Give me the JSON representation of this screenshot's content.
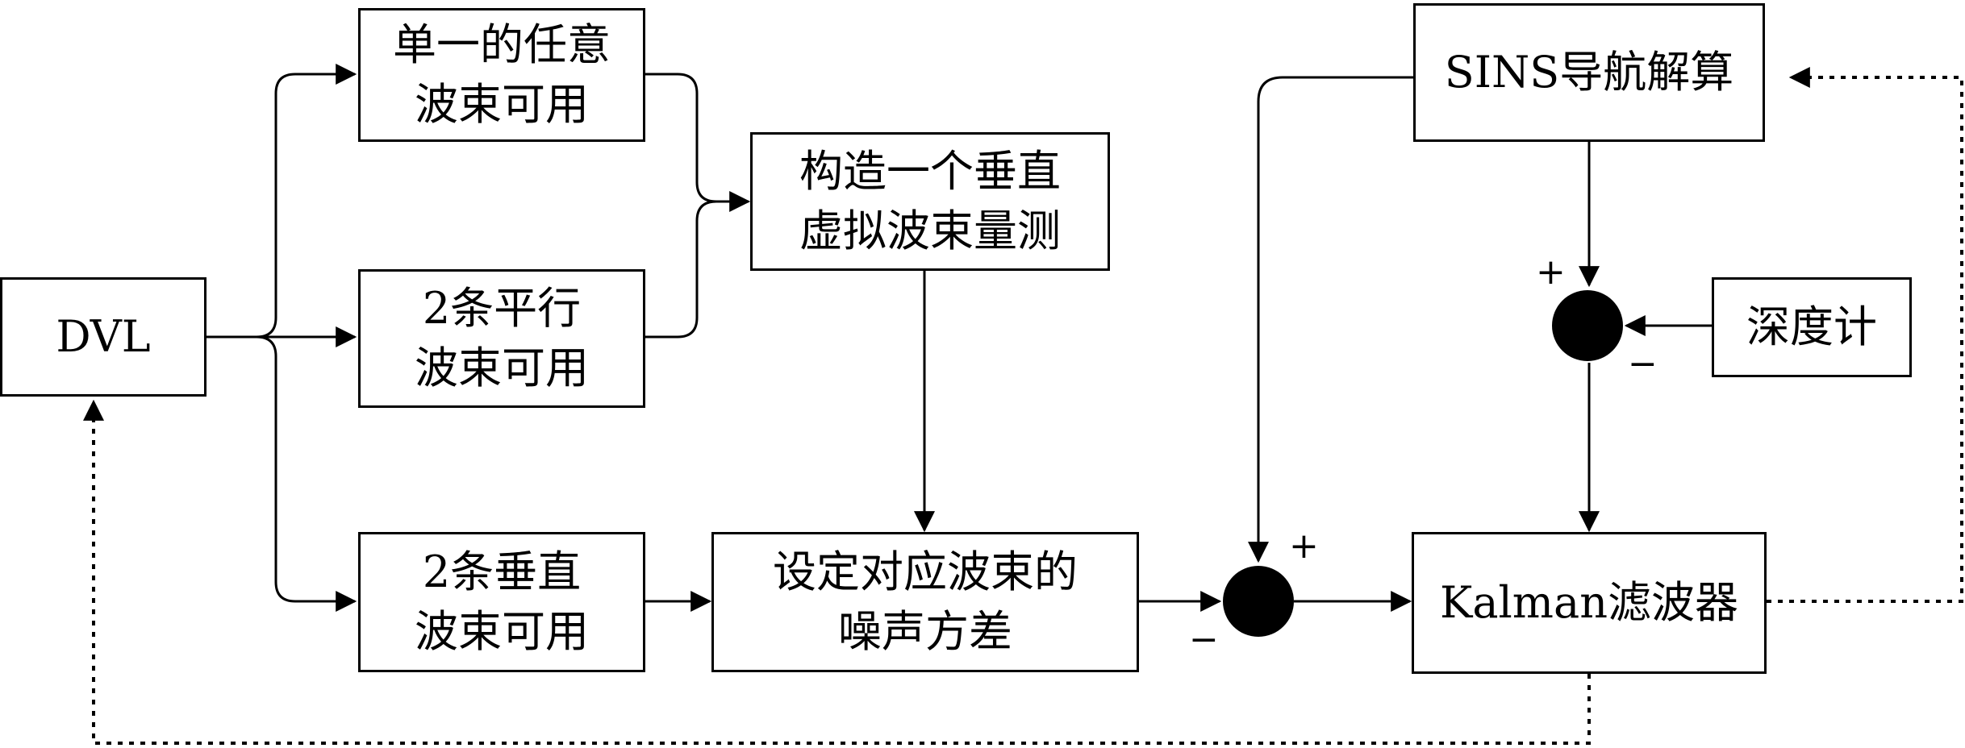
{
  "nodes": {
    "dvl": "DVL",
    "single_beam": [
      "单一的任意",
      "波束可用"
    ],
    "parallel_beams": [
      "2条平行",
      "波束可用"
    ],
    "vertical_beams": [
      "2条垂直",
      "波束可用"
    ],
    "virtual_beam": [
      "构造一个垂直",
      "虚拟波束量测"
    ],
    "noise_variance": [
      "设定对应波束的",
      "噪声方差"
    ],
    "sins": "SINS导航解算",
    "depth_gauge": "深度计",
    "kalman": "Kalman滤波器"
  },
  "signs": {
    "plus": "+",
    "minus": "−"
  }
}
